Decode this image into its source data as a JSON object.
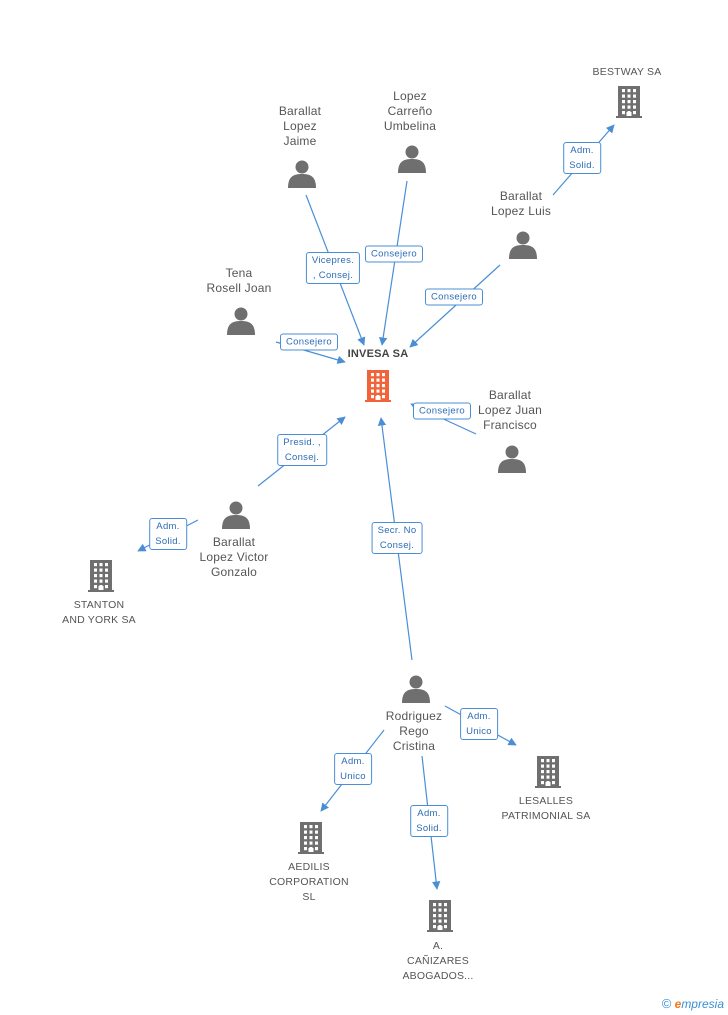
{
  "nodes": [
    {
      "id": "invesa",
      "type": "company",
      "label": "INVESA SA",
      "main": true
    },
    {
      "id": "bestway",
      "type": "company",
      "label": "BESTWAY SA"
    },
    {
      "id": "barrallat_jaime",
      "type": "person",
      "label": "Barallat\nLopez\nJaime"
    },
    {
      "id": "lopez_carreno",
      "type": "person",
      "label": "Lopez\nCarreño\nUmbelina"
    },
    {
      "id": "barrallat_luis",
      "type": "person",
      "label": "Barallat\nLopez Luis"
    },
    {
      "id": "tena",
      "type": "person",
      "label": "Tena\nRosell Joan"
    },
    {
      "id": "barrallat_juan",
      "type": "person",
      "label": "Barallat\nLopez Juan\nFrancisco"
    },
    {
      "id": "barrallat_victor",
      "type": "person",
      "label": "Barallat\nLopez Victor\nGonzalo"
    },
    {
      "id": "stanton",
      "type": "company",
      "label": "STANTON\nAND YORK SA"
    },
    {
      "id": "rodriguez",
      "type": "person",
      "label": "Rodriguez\nRego\nCristina"
    },
    {
      "id": "lesalles",
      "type": "company",
      "label": "LESALLES\nPATRIMONIAL SA"
    },
    {
      "id": "aedilis",
      "type": "company",
      "label": "AEDILIS\nCORPORATION\nSL"
    },
    {
      "id": "canizares",
      "type": "company",
      "label": "A.\nCAÑIZARES\nABOGADOS..."
    }
  ],
  "edges": [
    {
      "from": "barrallat_jaime",
      "to": "invesa",
      "label": "Vicepres.\n, Consej."
    },
    {
      "from": "lopez_carreno",
      "to": "invesa",
      "label": "Consejero"
    },
    {
      "from": "barrallat_luis",
      "to": "invesa",
      "label": "Consejero"
    },
    {
      "from": "barrallat_luis",
      "to": "bestway",
      "label": "Adm.\nSolid."
    },
    {
      "from": "tena",
      "to": "invesa",
      "label": "Consejero"
    },
    {
      "from": "barrallat_juan",
      "to": "invesa",
      "label": "Consejero"
    },
    {
      "from": "barrallat_victor",
      "to": "invesa",
      "label": "Presid. ,\nConsej."
    },
    {
      "from": "barrallat_victor",
      "to": "stanton",
      "label": "Adm.\nSolid."
    },
    {
      "from": "rodriguez",
      "to": "invesa",
      "label": "Secr. No\nConsej."
    },
    {
      "from": "rodriguez",
      "to": "lesalles",
      "label": "Adm.\nUnico"
    },
    {
      "from": "rodriguez",
      "to": "aedilis",
      "label": "Adm.\nUnico"
    },
    {
      "from": "rodriguez",
      "to": "canizares",
      "label": "Adm.\nSolid."
    }
  ],
  "colors": {
    "edge": "#4a8fd6",
    "person": "#6f6f6f",
    "company": "#6f6f6f",
    "main_company": "#f2633a"
  },
  "footer": {
    "copyright": "©",
    "brand_initial": "e",
    "brand_rest": "mpresia"
  }
}
